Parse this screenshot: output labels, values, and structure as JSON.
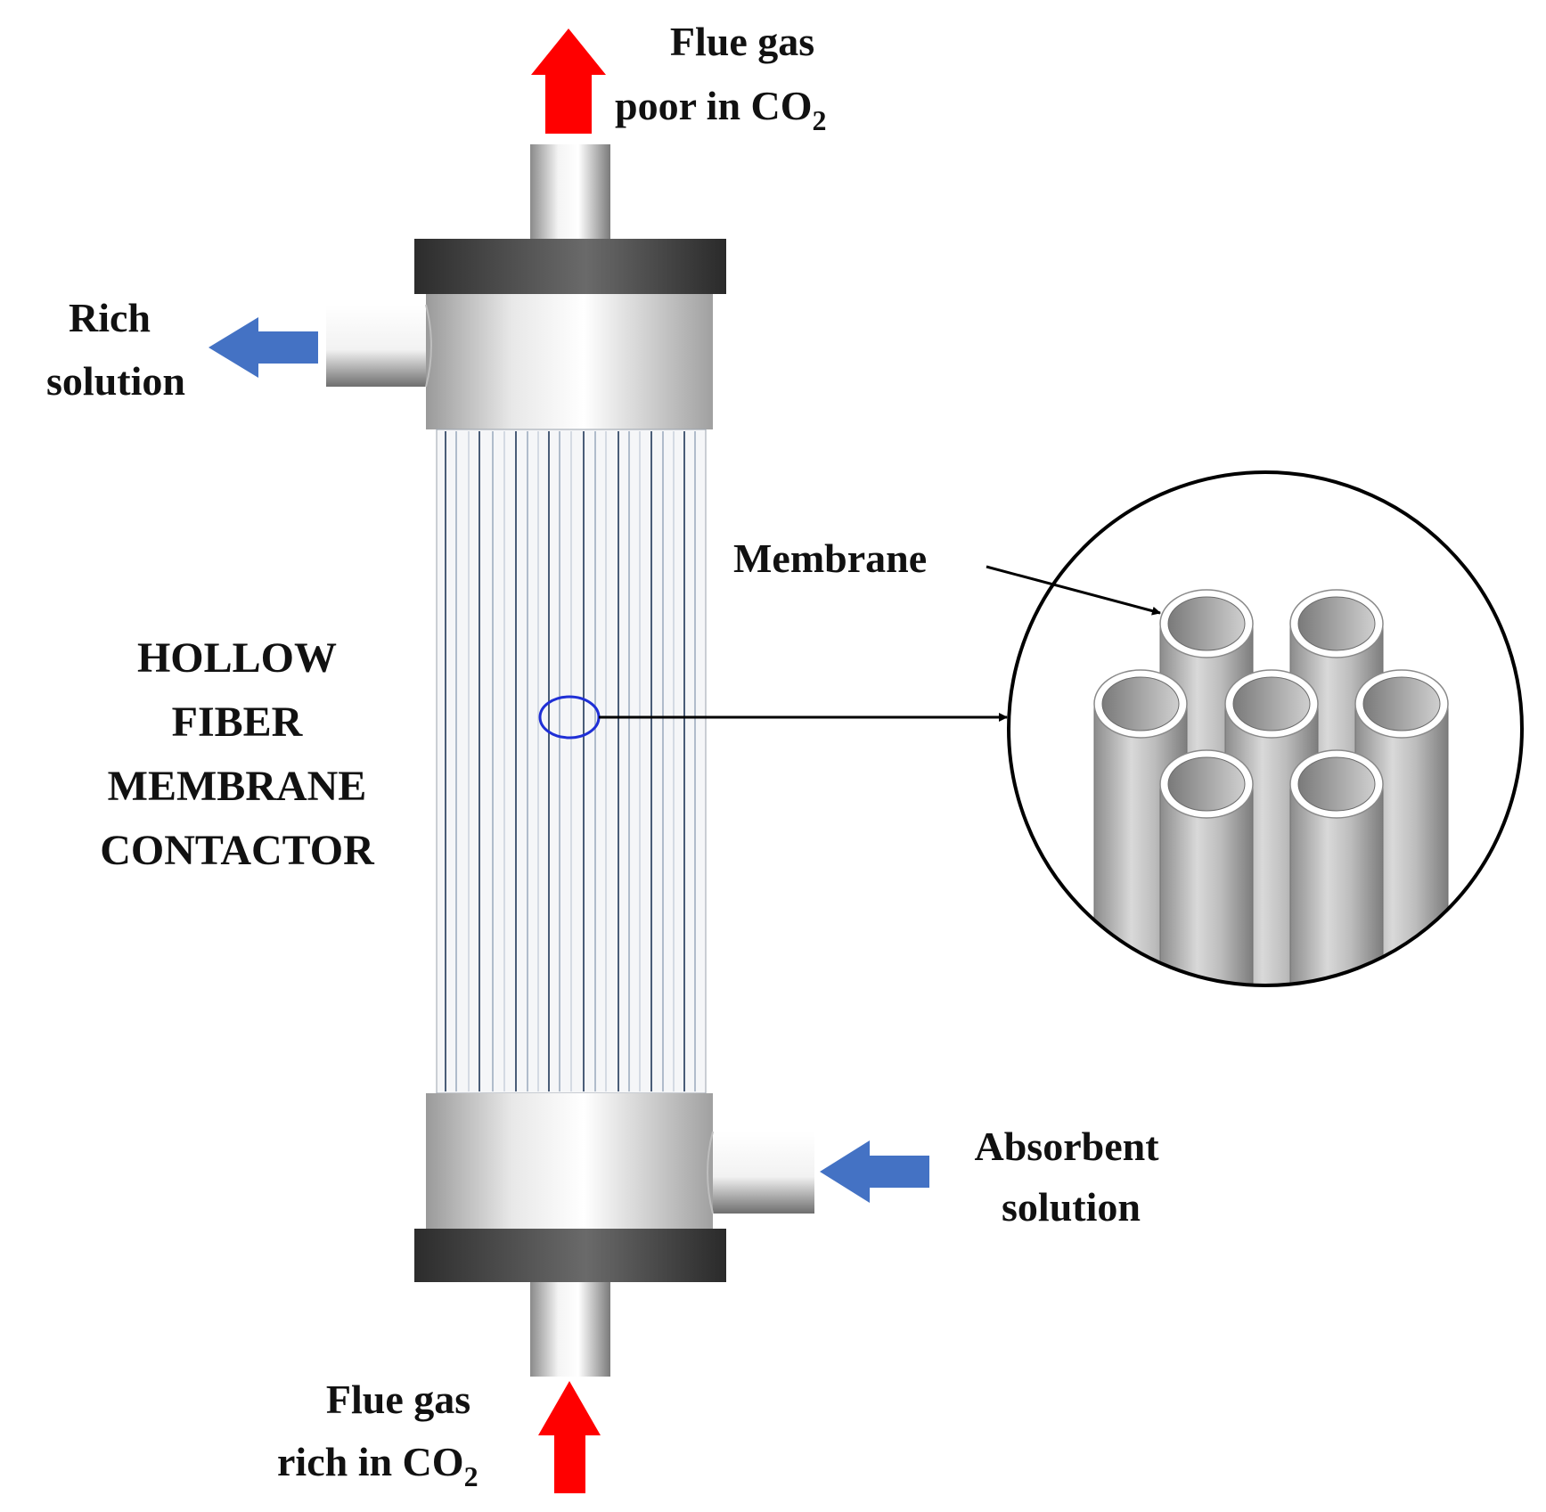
{
  "labels": {
    "top_outlet_line1": "Flue gas",
    "top_outlet_line2": "poor in CO",
    "top_outlet_sub": "2",
    "rich_line1": "Rich",
    "rich_line2": "solution",
    "title_line1": "HOLLOW",
    "title_line2": "FIBER",
    "title_line3": "MEMBRANE",
    "title_line4": "CONTACTOR",
    "membrane": "Membrane",
    "absorbent_line1": "Absorbent",
    "absorbent_line2": "solution",
    "bottom_inlet_line1": "Flue gas",
    "bottom_inlet_line2": "rich in CO",
    "bottom_inlet_sub": "2"
  },
  "colors": {
    "gas_arrow": "#ff0000",
    "liquid_arrow": "#4472c4",
    "highlight_circle": "#1f2fd6",
    "end_cap": "#3a3a3a"
  },
  "icons": {
    "gas_flow": "arrow-up-icon",
    "liquid_flow": "arrow-left-icon"
  }
}
